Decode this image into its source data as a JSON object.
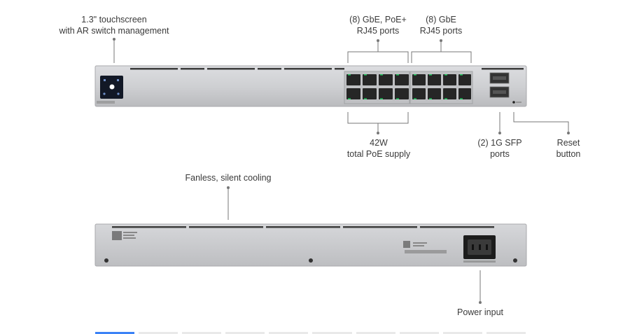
{
  "callouts": {
    "touchscreen": [
      "1.3\" touchscreen",
      "with AR switch management"
    ],
    "poe_ports": [
      "(8) GbE, PoE+",
      "RJ45 ports"
    ],
    "gbe_ports": [
      "(8) GbE",
      "RJ45 ports"
    ],
    "poe_supply": [
      "42W",
      "total PoE supply"
    ],
    "sfp_ports": [
      "(2) 1G SFP",
      "ports"
    ],
    "reset": [
      "Reset",
      "button"
    ],
    "cooling": [
      "Fanless, silent cooling"
    ],
    "power": [
      "Power input"
    ]
  },
  "front_panel": {
    "port_count_rj45": 16,
    "port_count_sfp": 2
  },
  "thumbnails": {
    "count": 10,
    "active_index": 0
  },
  "colors": {
    "chassis": "#c9cacc",
    "chassis_dark": "#a9abad",
    "port": "#2b2b2b",
    "led": "#22c55e",
    "accent": "#3b82f6"
  }
}
